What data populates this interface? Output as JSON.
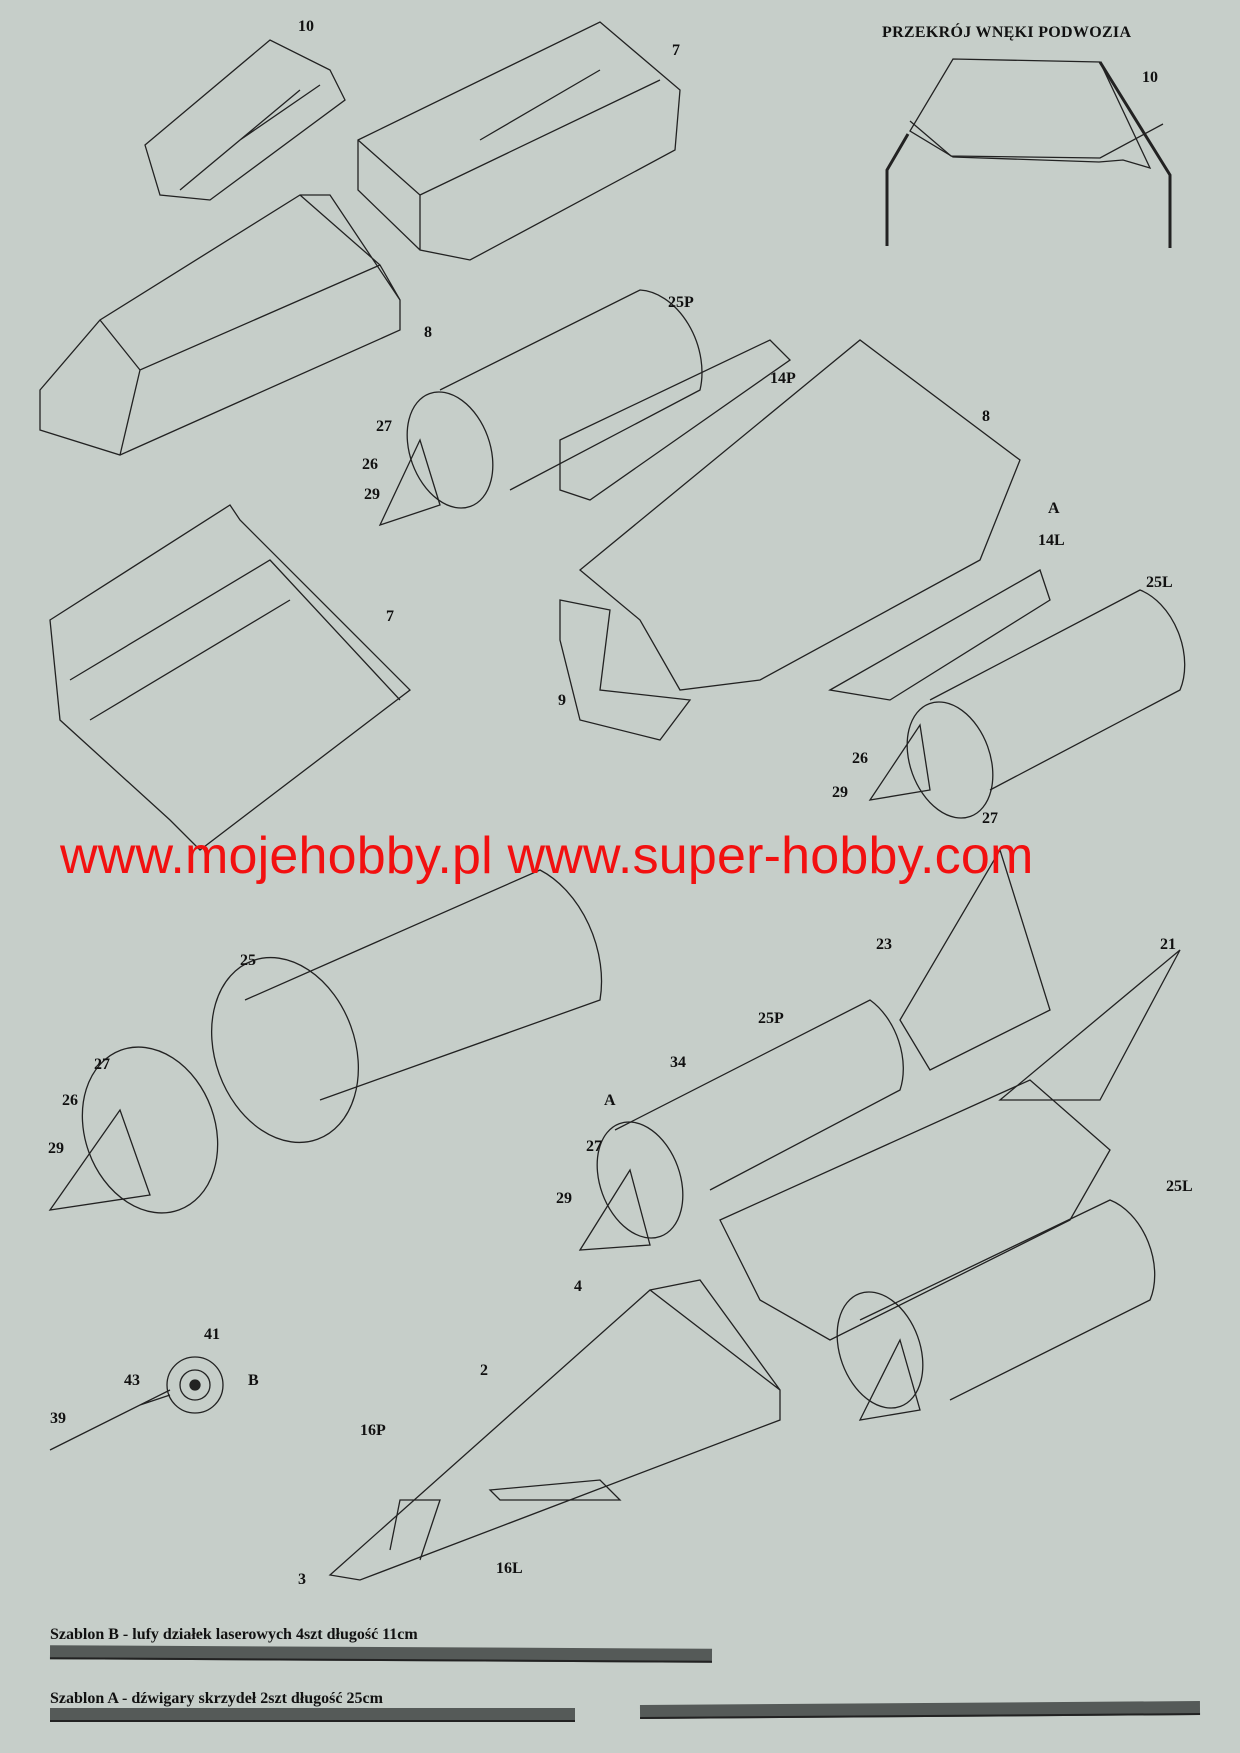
{
  "section_title": "PRZEKRÓJ WNĘKI PODWOZIA",
  "watermark": "www.mojehobby.pl www.super-hobby.com",
  "part_labels": [
    "10",
    "7",
    "8",
    "25P",
    "14P",
    "27",
    "26",
    "29",
    "8",
    "A",
    "14L",
    "25L",
    "7",
    "9",
    "26",
    "29",
    "27",
    "25",
    "23",
    "21",
    "27",
    "26",
    "29",
    "25P",
    "34",
    "A",
    "27",
    "29",
    "25L",
    "4",
    "41",
    "B",
    "43",
    "39",
    "2",
    "16P",
    "3",
    "16L",
    "10"
  ],
  "templates": [
    {
      "label": "Szablon B - lufy działek laserowych 4szt  długość  11cm"
    },
    {
      "label": "Szablon A - dźwigary skrzydeł 2szt   długość  25cm"
    }
  ],
  "colors": {
    "background": "#c6cec9",
    "watermark": "#f21010",
    "line": "#222222"
  }
}
